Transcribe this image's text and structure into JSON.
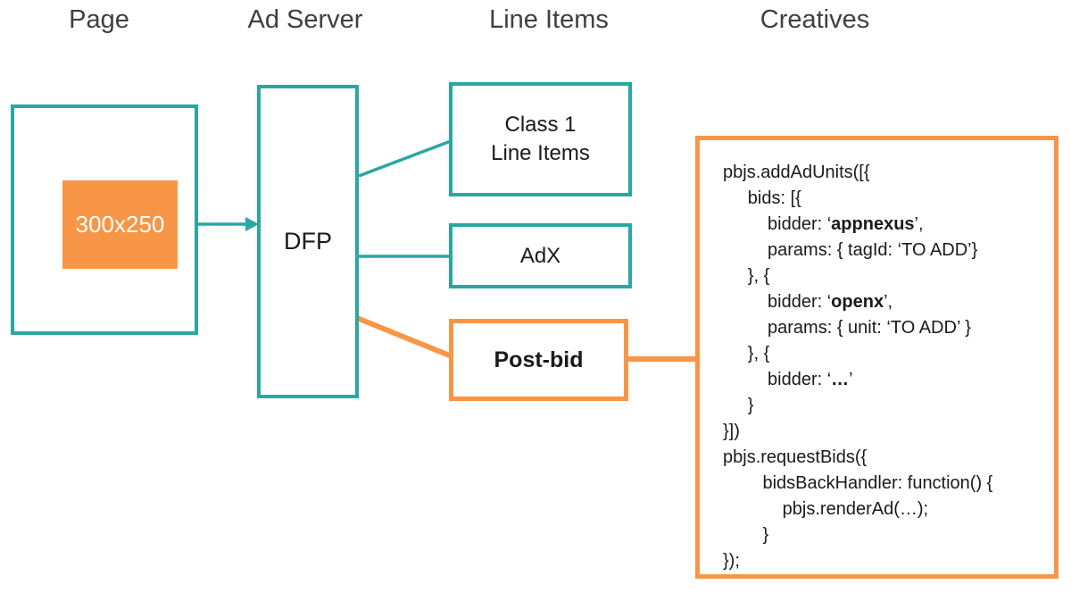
{
  "colors": {
    "teal": "#29a7a3",
    "orange": "#f79646",
    "header_text": "#3f3f3f",
    "code_text": "#1a1a1a",
    "ad_slot_text": "#ffffff"
  },
  "headers": [
    {
      "label": "Page"
    },
    {
      "label": "Ad Server"
    },
    {
      "label": "Line Items"
    },
    {
      "label": "Creatives"
    }
  ],
  "page": {
    "ad_slot_label": "300x250"
  },
  "ad_server": {
    "dfp_label": "DFP"
  },
  "line_items": {
    "class1_label": "Class 1\nLine Items",
    "adx_label": "AdX",
    "postbid_label": "Post-bid"
  },
  "creatives": {
    "code_lines": [
      [
        {
          "t": "pbjs.addAdUnits([{"
        }
      ],
      [
        {
          "t": "     bids: [{"
        }
      ],
      [
        {
          "t": "         bidder: ‘"
        },
        {
          "t": "appnexus",
          "bold": true
        },
        {
          "t": "’,"
        }
      ],
      [
        {
          "t": "         params: { tagId: ‘TO ADD’}"
        }
      ],
      [
        {
          "t": "     }, {"
        }
      ],
      [
        {
          "t": "         bidder: ‘"
        },
        {
          "t": "openx",
          "bold": true
        },
        {
          "t": "’,"
        }
      ],
      [
        {
          "t": "         params: { unit: ‘TO ADD’ }"
        }
      ],
      [
        {
          "t": "     }, {"
        }
      ],
      [
        {
          "t": "         bidder: ‘"
        },
        {
          "t": "…",
          "bold": true
        },
        {
          "t": "’"
        }
      ],
      [
        {
          "t": "     }"
        }
      ],
      [
        {
          "t": "}])"
        }
      ],
      [
        {
          "t": "pbjs.requestBids({"
        }
      ],
      [
        {
          "t": "        bidsBackHandler: function() {"
        }
      ],
      [
        {
          "t": "            pbjs.renderAd(…);"
        }
      ],
      [
        {
          "t": "        }"
        }
      ],
      [
        {
          "t": "});"
        }
      ]
    ]
  }
}
